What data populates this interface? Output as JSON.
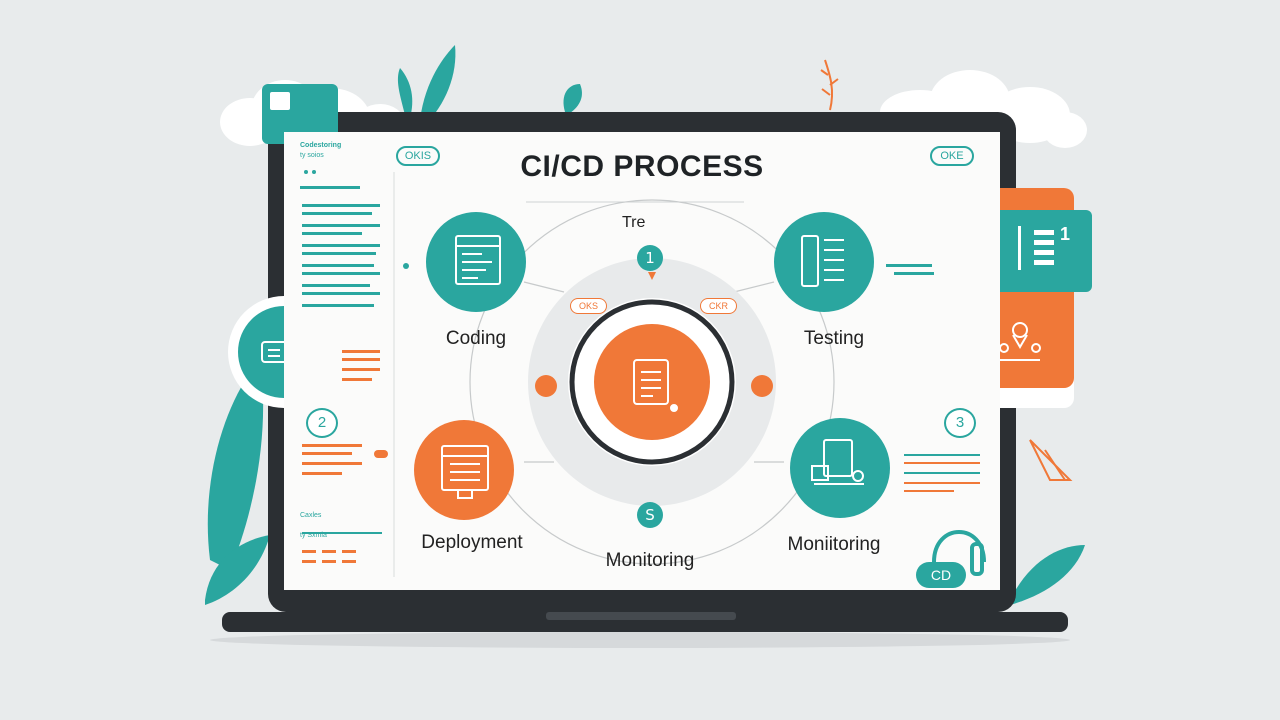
{
  "diagram": {
    "title": "CI/CD PROCESS",
    "subtitle": "Tre",
    "top_left_pill": "OKIS",
    "top_right_pill": "OKE",
    "steps": [
      {
        "label": "Coding",
        "color": "#2aa69f"
      },
      {
        "label": "Testing",
        "color": "#2aa69f"
      },
      {
        "label": "Deployment",
        "color": "#f07838"
      },
      {
        "label": "Monitoring",
        "color": "#2aa69f"
      },
      {
        "label": "Moniitoring",
        "color": "#2aa69f"
      }
    ],
    "center_numbers": [
      "1",
      "S"
    ],
    "side_numbers": [
      "2",
      "3"
    ],
    "ring_badges": [
      "OKS",
      "CKR"
    ],
    "sidebar": {
      "heading": "Codestoring",
      "subheading": "ty soios",
      "footer_heading": "Caxles",
      "footer_sub": "ty Sxmia"
    },
    "cd_badge": "CD",
    "card_number": "1",
    "colors": {
      "teal": "#2aa69f",
      "orange": "#f07838",
      "dark": "#2b2f33"
    }
  }
}
